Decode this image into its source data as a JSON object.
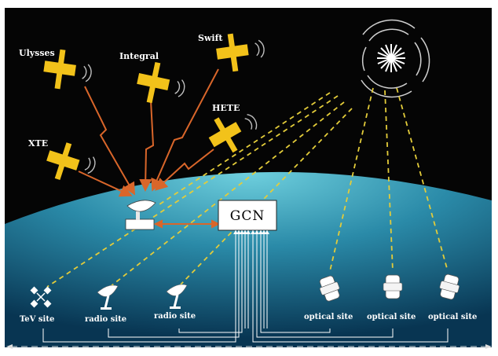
{
  "satellites": {
    "ulysses": "Ulysses",
    "integral": "Integral",
    "swift": "Swift",
    "hete": "HETE",
    "xte": "XTE"
  },
  "center": {
    "label": "GCN"
  },
  "sites": {
    "tev": "TeV site",
    "radio1": "radio site",
    "radio2": "radio site",
    "optical1": "optical site",
    "optical2": "optical site",
    "optical3": "optical site"
  },
  "colors": {
    "space": "#050505",
    "earth_top": "#5fc6d6",
    "earth_bottom": "#0a3e5a",
    "satellite": "#f2c21a",
    "arrow": "#d9662a",
    "dashed": "#e3cc3a"
  }
}
